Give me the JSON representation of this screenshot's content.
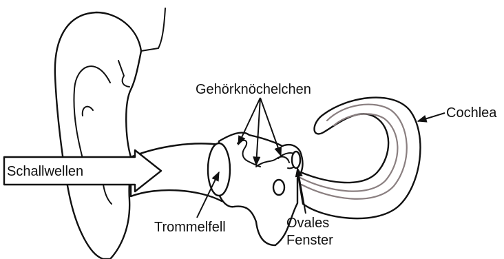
{
  "labels": {
    "sound_waves": "Schallwellen",
    "ossicles": "Gehörknöchelchen",
    "cochlea": "Cochlea",
    "eardrum": "Trommelfell",
    "oval_window_line1": "Ovales",
    "oval_window_line2": "Fenster"
  },
  "colors": {
    "outline": "#111111",
    "cochlea_inner_line": "#8a7f80",
    "background": "#ffffff"
  }
}
